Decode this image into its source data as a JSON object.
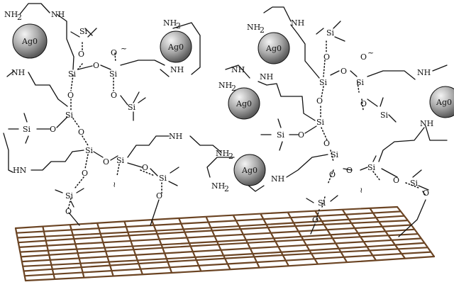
{
  "labels": {
    "si": "Si",
    "o": "O",
    "nh": "NH",
    "nh2": "NH",
    "nh2_sub": "2",
    "hn": "HN",
    "ag": "Ag0",
    "wave": "~"
  },
  "colors": {
    "mesh": "#6b4423",
    "ink": "#111111",
    "sphere_light": "#f4f4f4",
    "sphere_dark": "#5a5a5a"
  }
}
